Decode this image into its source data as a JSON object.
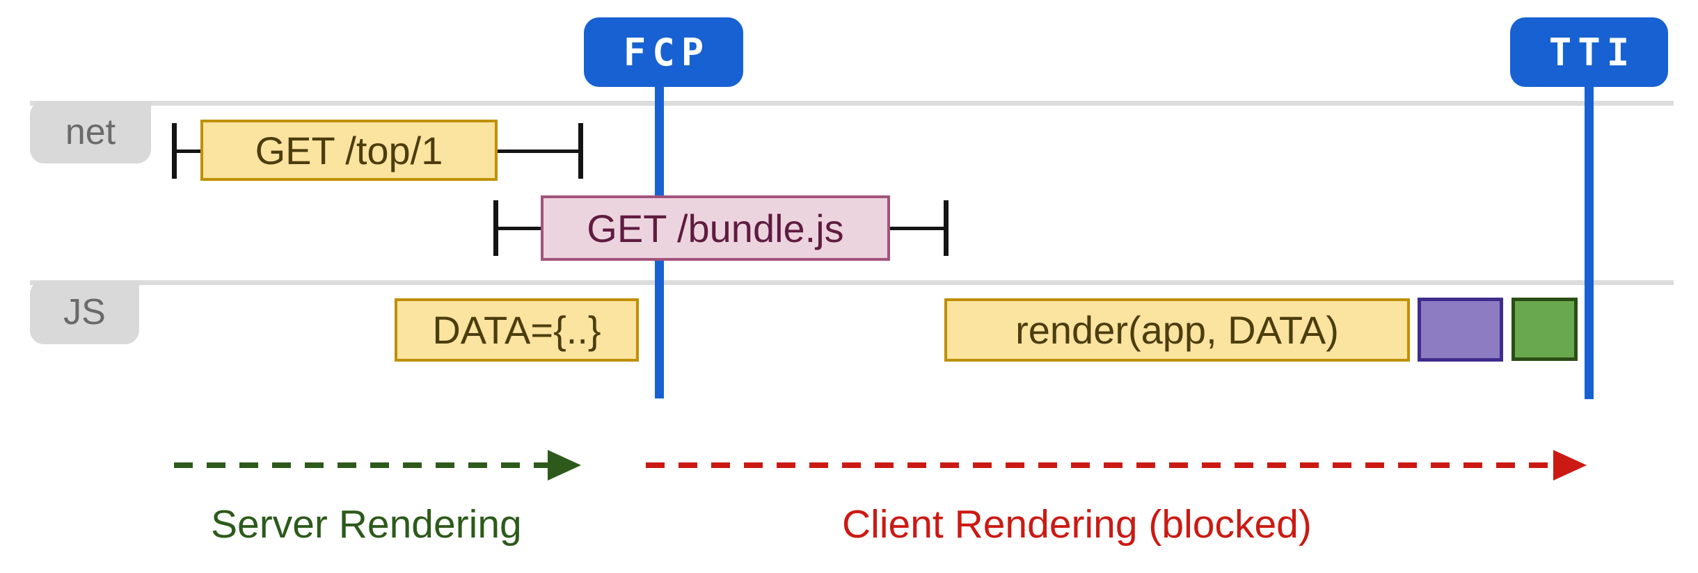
{
  "diagram": {
    "markers": {
      "fcp": "FCP",
      "tti": "TTI"
    },
    "lanes": {
      "net": "net",
      "js": "JS"
    },
    "tasks": {
      "get_top": "GET /top/1",
      "get_bundle": "GET /bundle.js",
      "data_assign": "DATA={..}",
      "render_call": "render(app, DATA)"
    },
    "phases": {
      "server": "Server Rendering",
      "client": "Client Rendering (blocked)"
    },
    "colors": {
      "marker_blue": "#1761D2",
      "lane_gray": "#DCDCDC",
      "connector_black": "#141414",
      "task_yellow_fill": "#FBE3A0",
      "task_yellow_border": "#BF9000",
      "task_yellow_text": "#4B3D0E",
      "task_pink_fill": "#ECD4DF",
      "task_pink_border": "#A2537C",
      "task_pink_text": "#5F1C3F",
      "block_purple_fill": "#8E7CC3",
      "block_purple_border": "#3F2C8C",
      "block_green_fill": "#6AA84F",
      "block_green_border": "#2A4E15",
      "server_phase_green": "#2D5A1B",
      "client_phase_red": "#CB1A13"
    }
  }
}
